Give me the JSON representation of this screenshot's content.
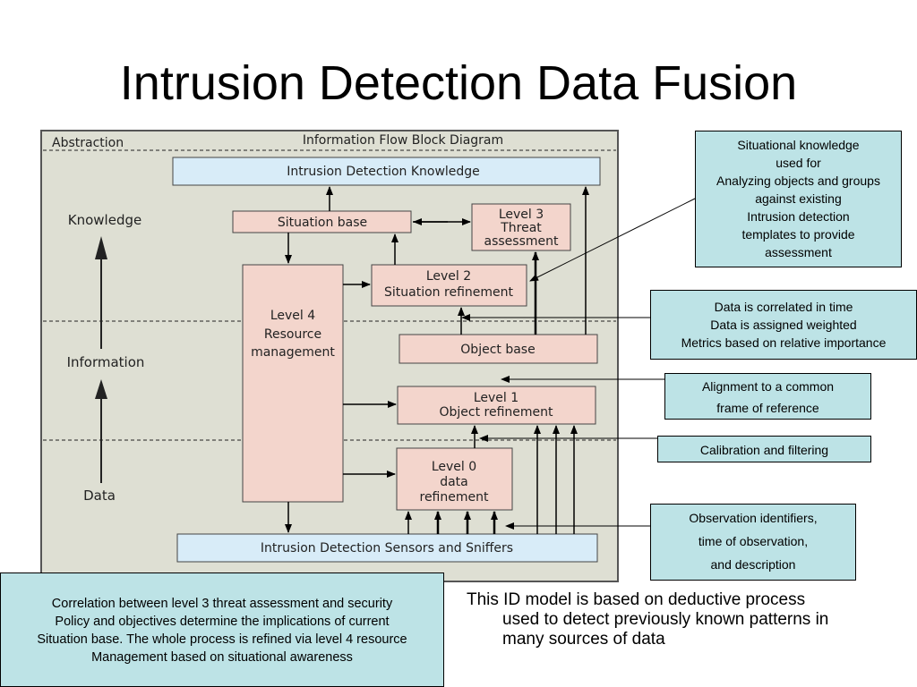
{
  "title": "Intrusion Detection Data Fusion",
  "diagram": {
    "abstraction_label": "Abstraction",
    "header_label": "Information Flow Block Diagram",
    "axis_labels": {
      "knowledge": "Knowledge",
      "information": "Information",
      "data": "Data"
    },
    "blocks": {
      "knowledge": "Intrusion Detection Knowledge",
      "situation_base": "Situation base",
      "level3": [
        "Level 3",
        "Threat",
        "assessment"
      ],
      "level2": [
        "Level 2",
        "Situation refinement"
      ],
      "level4": [
        "Level 4",
        "Resource",
        "management"
      ],
      "object_base": "Object base",
      "level1": [
        "Level 1",
        "Object refinement"
      ],
      "level0": [
        "Level 0",
        "data",
        "refinement"
      ],
      "sensors": "Intrusion Detection Sensors and Sniffers"
    }
  },
  "callouts": {
    "situational": [
      "Situational knowledge",
      "used for",
      "Analyzing objects and groups",
      "against existing",
      "Intrusion detection",
      "templates to provide",
      "assessment"
    ],
    "correlated": [
      "Data is correlated in time",
      "Data is assigned weighted",
      "Metrics based on relative importance"
    ],
    "alignment": [
      "Alignment to a common",
      "frame of reference"
    ],
    "calibration": [
      "Calibration and filtering"
    ],
    "observation": [
      "Observation identifiers,",
      "time of observation,",
      "and description"
    ],
    "correlation": [
      "Correlation between level 3 threat assessment and security",
      "Policy and objectives determine the implications of current",
      "Situation base. The whole process is refined via level 4 resource",
      "Management based on situational awareness"
    ]
  },
  "note": [
    "This ID model is based on deductive process",
    "used to detect previously known patterns in",
    "many sources of data"
  ],
  "colors": {
    "panel": "#dedfd3",
    "blue_block": "#d8ecf8",
    "pink_block": "#f3d5cc",
    "callout": "#bde3e6"
  }
}
